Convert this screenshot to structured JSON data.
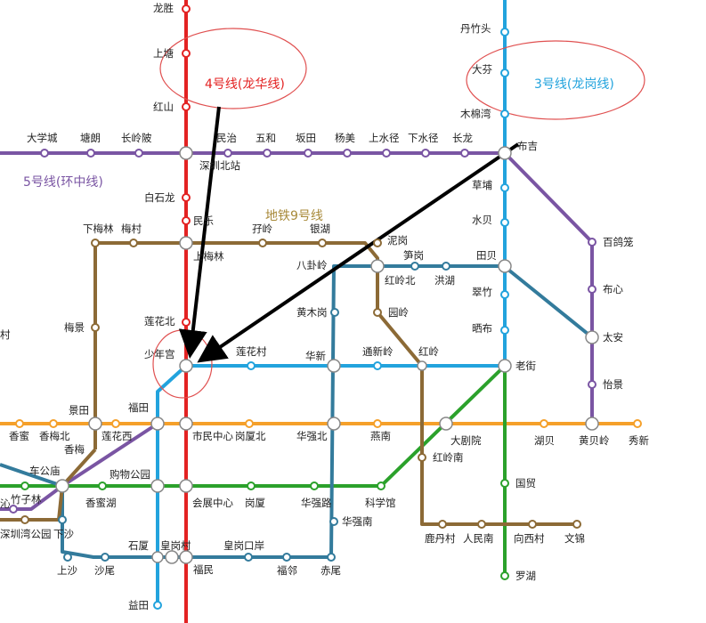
{
  "line_labels": {
    "line4": "4号线(龙华线)",
    "line3": "3号线(龙岗线)",
    "line5": "5号线(环中线)",
    "line9": "地铁9号线"
  },
  "colors": {
    "line4": "#e32222",
    "line3": "#22a3dd",
    "line5": "#7a55a3",
    "line9": "#8c6a36",
    "line1": "#f5a02a",
    "line2": "#2ba12b",
    "line7": "#337b9c",
    "annotation": "#e05050",
    "arrow": "#000000"
  },
  "stations": {
    "longsheng": "龙胜",
    "shangtang": "上塘",
    "hongshan": "红山",
    "minzhi": "民治",
    "shenzhenbei": "深圳北站",
    "baishilong": "白石龙",
    "minle": "民乐",
    "shangmeilin": "上梅林",
    "lianhuabei": "莲花北",
    "shaoniangong": "少年宫",
    "shiminzhongxin": "市民中心",
    "huizhanzhongxin": "会展中心",
    "gangxiabei": "岗厦北",
    "huanggangcun": "皇岗村",
    "futian_s": "福民",
    "daxuecheng": "大学城",
    "tanglang": "塘朗",
    "changlingpi": "长岭陂",
    "wuhe": "五和",
    "bantian": "坂田",
    "yangmei": "杨美",
    "shangshuijing": "上水径",
    "xiashuijing": "下水径",
    "changlong": "长龙",
    "buji": "布吉",
    "danzhutou": "丹竹头",
    "dafen": "大芬",
    "mumianwan": "木棉湾",
    "caopu": "草埔",
    "shuibei": "水贝",
    "tianbei": "田贝",
    "cuizhu": "翠竹",
    "shaibu": "晒布",
    "laojie": "老街",
    "baigelong": "百鸽笼",
    "buxin": "布心",
    "taian": "太安",
    "yijing": "怡景",
    "huangbeiling": "黄贝岭",
    "xiameilin": "下梅林",
    "meicun": "梅村",
    "ziling": "孖岭",
    "yinhu": "银湖",
    "nigang": "泥岗",
    "baguaing": "八卦岭",
    "sungang": "笋岗",
    "honglingbei": "红岭北",
    "hongshu": "洪湖",
    "huangmugang": "黄木岗",
    "yuanling": "园岭",
    "meijing": "梅景",
    "jingtian": "景田",
    "lianhuacun": "莲花村",
    "huaxin": "华新",
    "tongxinling": "通新岭",
    "hongling": "红岭",
    "futian": "福田",
    "xiangmi": "香蜜",
    "xiangmeibei": "香梅北",
    "xiangmei": "香梅",
    "lianhuaxi": "莲花西",
    "huaqiangbei": "华强北",
    "yannan": "燕南",
    "dajuyuan": "大剧院",
    "hubei": "湖贝",
    "xiuxin": "秀新",
    "honglingnan": "红岭南",
    "chegongmiao": "车公庙",
    "gouwugongyuan": "购物公园",
    "xiangmihu": "香蜜湖",
    "gangxia": "岗厦",
    "huaqianglu": "华强路",
    "kexueguan": "科学馆",
    "guomao": "国贸",
    "huaqiangnan": "华强南",
    "ludancun": "鹿丹村",
    "renminnan": "人民南",
    "xiangxicun": "向西村",
    "wenjin": "文锦",
    "zhuzilin": "竹子林",
    "shenzhenwan": "深圳湾公园",
    "xiasha": "下沙",
    "shixia": "石厦",
    "huanggangkouan": "皇岗口岸",
    "fumin": "福民",
    "shangsha": "上沙",
    "shawei": "沙尾",
    "fulin": "福邻",
    "chiwei": "赤尾",
    "luohu": "罗湖",
    "yitian": "益田",
    "left_edge_1": "村",
    "left_edge_2": "沁"
  }
}
